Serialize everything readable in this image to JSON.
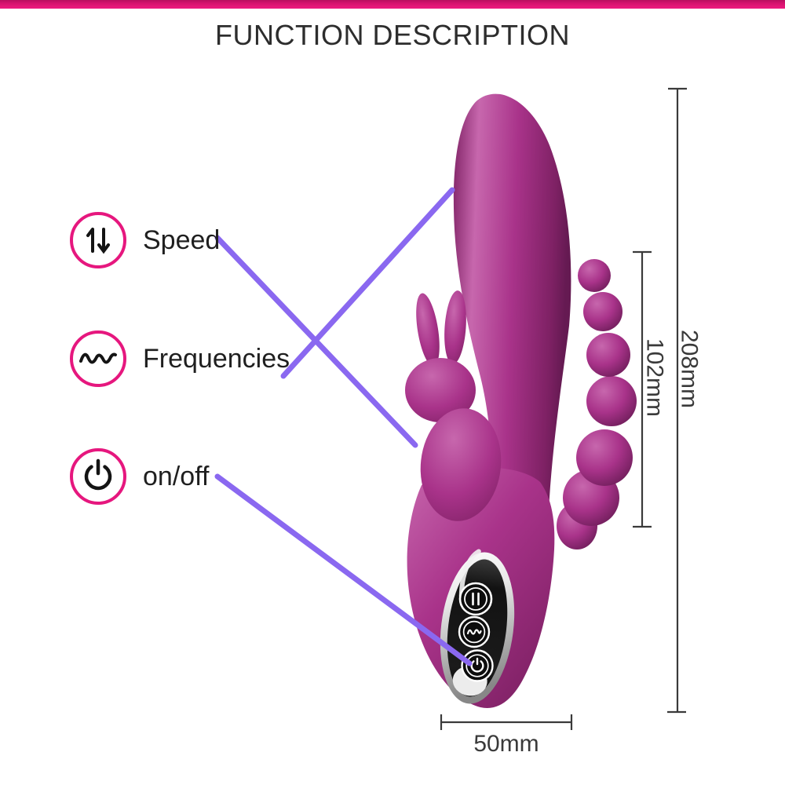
{
  "title": "FUNCTION DESCRIPTION",
  "features": [
    {
      "id": "speed",
      "icon": "speed-arrows-icon",
      "label": "Speed"
    },
    {
      "id": "frequencies",
      "icon": "frequency-wave-icon",
      "label": "Frequencies"
    },
    {
      "id": "power",
      "icon": "power-icon",
      "label": "on/off"
    }
  ],
  "dimensions": {
    "overall_length": {
      "label": "208mm",
      "value_mm": 208
    },
    "beads_length": {
      "label": "102mm",
      "value_mm": 102
    },
    "body_width": {
      "label": "50mm",
      "value_mm": 50
    }
  },
  "control_panel": {
    "buttons": [
      {
        "icon": "speed-button-icon"
      },
      {
        "icon": "frequency-button-icon"
      },
      {
        "icon": "power-button-icon"
      }
    ]
  },
  "colors": {
    "accent": "#e6177e",
    "annotation-line": "#8a68f0",
    "ink": "#2d2d2d",
    "dim-line": "#3a3a3a",
    "product-highlight": "#c767ad",
    "product-mid": "#a9338a",
    "product-dark": "#7e2164",
    "product-deep": "#651a52"
  }
}
